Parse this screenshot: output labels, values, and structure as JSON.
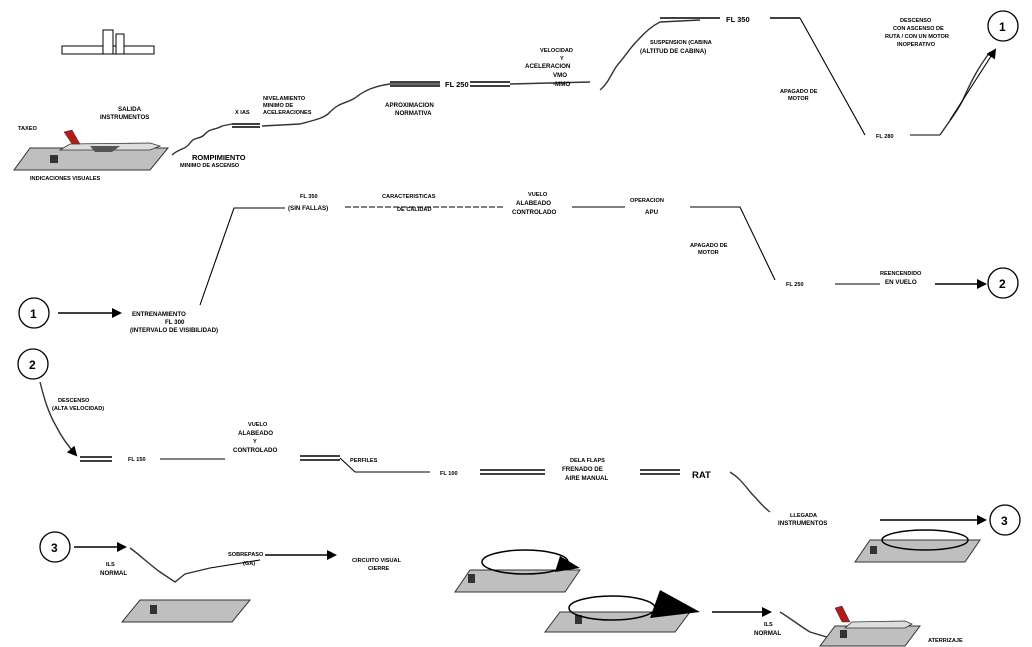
{
  "row1": {
    "taxeo": "TAXEO",
    "indicaciones_visuales": "INDICACIONES VISUALES",
    "salida": "SALIDA",
    "instrumentos": "INSTRUMENTOS",
    "rompimiento": "ROMPIMIENTO",
    "rompimiento_sub": "MINIMO DE ASCENSO",
    "x_ias": "X IAS",
    "nivelamiento": "NIVELAMIENTO",
    "nivelamiento_2": "MINIMO DE",
    "nivelamiento_3": "ACELERACIONES",
    "fl_1": "FL 250",
    "aproximacion": "APROXIMACION",
    "aproximacion_2": "NORMATIVA",
    "velocidad": "VELOCIDAD",
    "velocidad_y": "Y",
    "velocidad_acel": "ACELERACION",
    "velocidad_vmo": "VMO",
    "velocidad_mmo": "-MMO",
    "suspension": "SUSPENSION (CABINA",
    "suspension_2": "(ALTITUD DE CABINA)",
    "fl_top": "FL 350",
    "apagado": "APAGADO DE",
    "apagado_2": "MOTOR",
    "fl_low": "FL 280",
    "descenso": "DESCENSO",
    "descenso_2": "CON ASCENSO DE",
    "descenso_3": "RUTA / CON UN MOTOR",
    "descenso_4": "INOPERATIVO",
    "circle_1": "1"
  },
  "row2": {
    "circle_1": "1",
    "entrenamiento": "ENTRENAMIENTO",
    "entrenamiento_fl": "FL 300",
    "entrenamiento_sub": "(INTERVALO DE VISIBILIDAD)",
    "fl_sub": "FL 350",
    "fl_sub_2": "(SIN FALLAS)",
    "caracteristicas": "CARACTERISTICAS",
    "caracteristicas_2": "DE CALIDAD",
    "vuelo": "VUELO",
    "vuelo_2": "ALABEADO",
    "vuelo_3": "CONTROLADO",
    "operacion": "OPERACION",
    "operacion_2": "APU",
    "apagado": "APAGADO DE",
    "apagado_2": "MOTOR",
    "fl_right": "FL 250",
    "reencendido": "REENCENDIDO",
    "reencendido_2": "EN VUELO",
    "circle_2": "2"
  },
  "row3": {
    "circle_2": "2",
    "descenso": "DESCENSO",
    "descenso_2": "(ALTA VELOCIDAD)",
    "fl_left": "FL 150",
    "vuelo": "VUELO",
    "vuelo_2": "ALABEADO",
    "vuelo_3": "Y",
    "vuelo_4": "CONTROLADO",
    "perfiles": "PERFILES",
    "fl_mid": "FL 100",
    "dela": "DELA FLAPS",
    "dela_2": "FRENADO DE",
    "dela_3": "AIRE MANUAL",
    "rat": "RAT",
    "llegada": "LLEGADA",
    "llegada_2": "INSTRUMENTOS",
    "circle_3": "3"
  },
  "row4": {
    "circle_3": "3",
    "ils": "ILS",
    "ils_2": "NORMAL",
    "sobrepaso": "SOBREPASO",
    "sobrepaso_2": "(GA)",
    "circuito": "CIRCUITO VISUAL",
    "circuito_2": "CIERRE",
    "ils_end": "ILS",
    "ils_end_2": "NORMAL",
    "aterrizaje": "ATERRIZAJE"
  }
}
